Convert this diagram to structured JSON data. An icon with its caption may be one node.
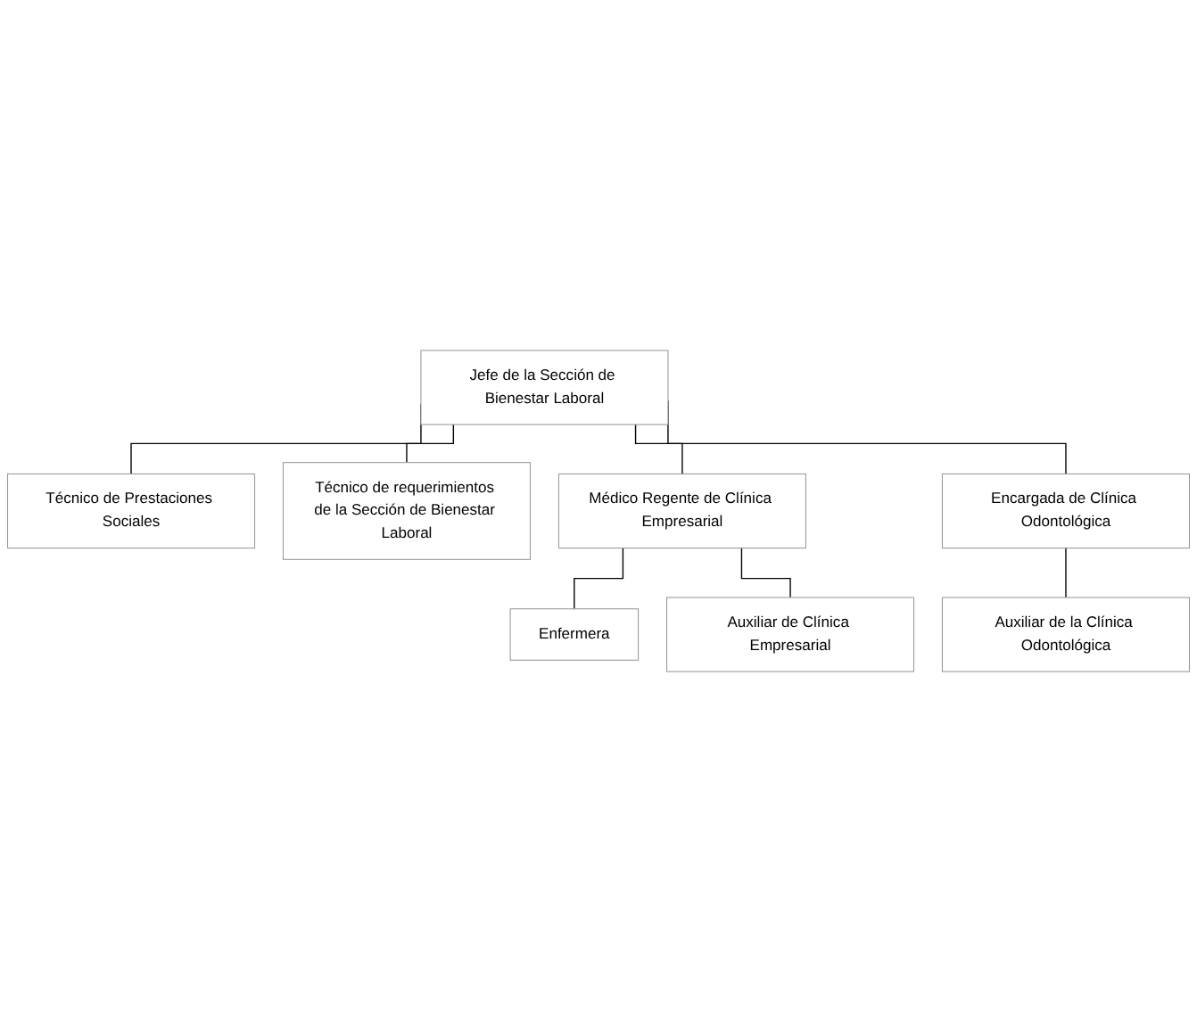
{
  "diagram": {
    "nodes": [
      {
        "text": [
          "Jefe de la Sección de Bienestar Laboral"
        ]
      },
      {
        "text": [
          "Técnico de Prestaciones Sociales"
        ]
      },
      {
        "text": [
          "Técnico de requerimientos de la Sección de Bienestar Laboral"
        ]
      },
      {
        "text": [
          "Médico Regente de Clínica Empresarial"
        ]
      },
      {
        "text": [
          "Enfermera"
        ]
      },
      {
        "text": [
          "Auxiliar de Clínica Empresarial"
        ]
      },
      {
        "text": [
          "Encargada de Clínica Odontológica"
        ]
      },
      {
        "text": [
          "Auxiliar de la Clínica Odontológica"
        ]
      }
    ],
    "edges": [
      {
        "from": 0,
        "to": 1,
        "arrow": "none"
      },
      {
        "from": 0,
        "to": 2,
        "arrow": "none"
      },
      {
        "from": 0,
        "to": 3,
        "arrow": "none"
      },
      {
        "from": 0,
        "to": 6,
        "arrow": "none"
      },
      {
        "from": 3,
        "to": 4,
        "arrow": "none"
      },
      {
        "from": 3,
        "to": 5,
        "arrow": "none"
      },
      {
        "from": 6,
        "to": 7,
        "arrow": "none"
      }
    ]
  }
}
